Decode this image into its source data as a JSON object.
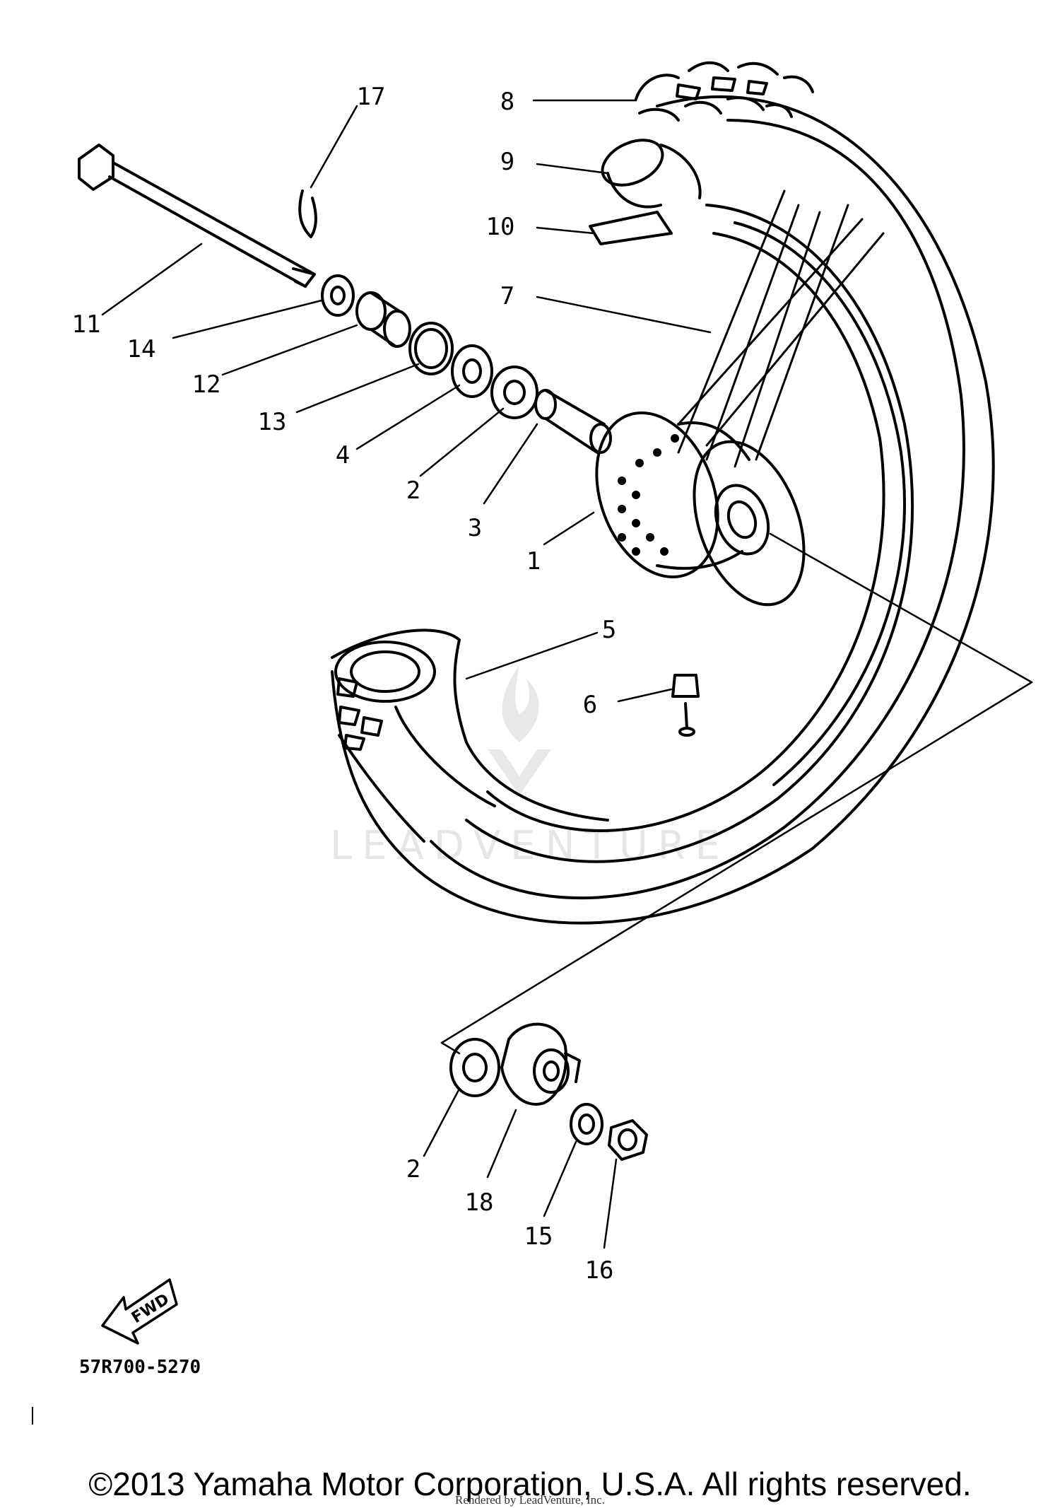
{
  "diagram": {
    "part_labels": [
      "17",
      "8",
      "9",
      "10",
      "7",
      "11",
      "14",
      "12",
      "13",
      "4",
      "2",
      "3",
      "1",
      "5",
      "6",
      "2",
      "18",
      "15",
      "16"
    ],
    "fwd_label": "FWD",
    "diagram_code": "57R700-5270",
    "watermark": "LEADVENTURE"
  },
  "footer": {
    "copyright": "©2013 Yamaha Motor Corporation, U.S.A. All rights reserved.",
    "rendered_by": "Rendered by LeadVenture, Inc."
  }
}
